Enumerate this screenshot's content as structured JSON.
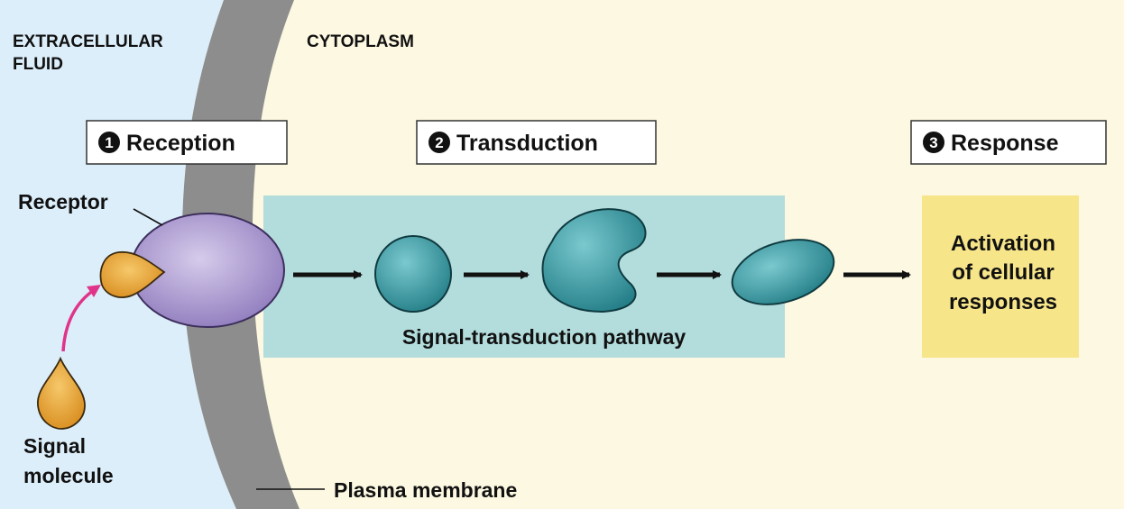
{
  "regions": {
    "extracellular_line1": "EXTRACELLULAR",
    "extracellular_line2": "FLUID",
    "cytoplasm": "CYTOPLASM"
  },
  "steps": [
    {
      "number": "1",
      "label": "Reception"
    },
    {
      "number": "2",
      "label": "Transduction"
    },
    {
      "number": "3",
      "label": "Response"
    }
  ],
  "labels": {
    "receptor": "Receptor",
    "signal_line1": "Signal",
    "signal_line2": "molecule",
    "plasma_membrane": "Plasma membrane",
    "pathway": "Signal-transduction pathway"
  },
  "response": {
    "line1": "Activation",
    "line2": "of cellular",
    "line3": "responses"
  },
  "colors": {
    "extracellular_bg": "#dceefa",
    "cytoplasm_bg": "#fdf8e1",
    "membrane": "#8d8d8d",
    "receptor": "#a795c9",
    "signal_molecule": "#e8a838",
    "relay_protein": "#3a9ca6",
    "pathway_box": "#b3dcdc",
    "response_box": "#f7e58a",
    "curved_arrow": "#e0348a"
  }
}
